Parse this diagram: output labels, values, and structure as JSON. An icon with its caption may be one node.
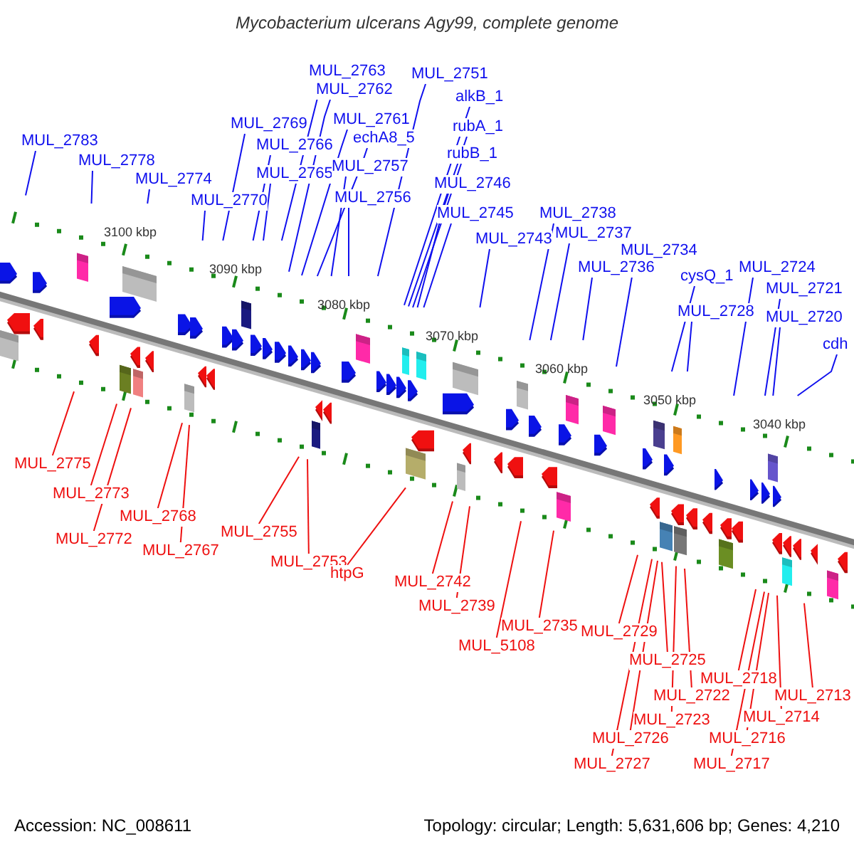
{
  "diagram": {
    "title": "Mycobacterium ulcerans Agy99, complete genome",
    "nodes": [
      {
        "text": [
          "MUL_2783"
        ]
      },
      {
        "text": [
          "MUL_2778"
        ]
      },
      {
        "text": [
          "MUL_2774"
        ]
      },
      {
        "text": [
          "MUL_2770"
        ]
      },
      {
        "text": [
          "MUL_2769"
        ]
      },
      {
        "text": [
          "MUL_2766"
        ]
      },
      {
        "text": [
          "MUL_2765"
        ]
      },
      {
        "text": [
          "MUL_2763"
        ]
      },
      {
        "text": [
          "MUL_2762"
        ]
      },
      {
        "text": [
          "MUL_2761"
        ]
      },
      {
        "text": [
          "echA8_5"
        ]
      },
      {
        "text": [
          "MUL_2757"
        ]
      },
      {
        "text": [
          "MUL_2756"
        ]
      },
      {
        "text": [
          "MUL_2751"
        ]
      },
      {
        "text": [
          "alkB_1"
        ]
      },
      {
        "text": [
          "rubA_1"
        ]
      },
      {
        "text": [
          "rubB_1"
        ]
      },
      {
        "text": [
          "MUL_2746"
        ]
      },
      {
        "text": [
          "MUL_2745"
        ]
      },
      {
        "text": [
          "MUL_2743"
        ]
      },
      {
        "text": [
          "MUL_2738"
        ]
      },
      {
        "text": [
          "MUL_2737"
        ]
      },
      {
        "text": [
          "MUL_2736"
        ]
      },
      {
        "text": [
          "MUL_2734"
        ]
      },
      {
        "text": [
          "cysQ_1"
        ]
      },
      {
        "text": [
          "MUL_2728"
        ]
      },
      {
        "text": [
          "MUL_2724"
        ]
      },
      {
        "text": [
          "MUL_2721"
        ]
      },
      {
        "text": [
          "MUL_2720"
        ]
      },
      {
        "text": [
          "cdh"
        ]
      },
      {
        "text": [
          "MUL_2775"
        ]
      },
      {
        "text": [
          "MUL_2773"
        ]
      },
      {
        "text": [
          "MUL_2772"
        ]
      },
      {
        "text": [
          "MUL_2768"
        ]
      },
      {
        "text": [
          "MUL_2767"
        ]
      },
      {
        "text": [
          "MUL_2755"
        ]
      },
      {
        "text": [
          "MUL_2753"
        ]
      },
      {
        "text": [
          "htpG"
        ]
      },
      {
        "text": [
          "MUL_2742"
        ]
      },
      {
        "text": [
          "MUL_2739"
        ]
      },
      {
        "text": [
          "MUL_5108"
        ]
      },
      {
        "text": [
          "MUL_2735"
        ]
      },
      {
        "text": [
          "MUL_2729"
        ]
      },
      {
        "text": [
          "MUL_2725"
        ]
      },
      {
        "text": [
          "MUL_2722"
        ]
      },
      {
        "text": [
          "MUL_2723"
        ]
      },
      {
        "text": [
          "MUL_2726"
        ]
      },
      {
        "text": [
          "MUL_2727"
        ]
      },
      {
        "text": [
          "MUL_2718"
        ]
      },
      {
        "text": [
          "MUL_2714"
        ]
      },
      {
        "text": [
          "MUL_2716"
        ]
      },
      {
        "text": [
          "MUL_2717"
        ]
      },
      {
        "text": [
          "MUL_2713"
        ]
      }
    ],
    "edges": [
      {
        "from": 0,
        "to": null,
        "arrow": "none"
      },
      {
        "from": 1,
        "to": null,
        "arrow": "none"
      },
      {
        "from": 2,
        "to": null,
        "arrow": "none"
      },
      {
        "from": 3,
        "to": null,
        "arrow": "none"
      },
      {
        "from": 4,
        "to": null,
        "arrow": "none"
      },
      {
        "from": 5,
        "to": null,
        "arrow": "none"
      },
      {
        "from": 6,
        "to": null,
        "arrow": "none"
      },
      {
        "from": 7,
        "to": null,
        "arrow": "none"
      },
      {
        "from": 8,
        "to": null,
        "arrow": "none"
      },
      {
        "from": 9,
        "to": null,
        "arrow": "none"
      },
      {
        "from": 10,
        "to": null,
        "arrow": "none"
      },
      {
        "from": 11,
        "to": null,
        "arrow": "none"
      },
      {
        "from": 12,
        "to": null,
        "arrow": "none"
      },
      {
        "from": 13,
        "to": null,
        "arrow": "none"
      },
      {
        "from": 14,
        "to": null,
        "arrow": "none"
      },
      {
        "from": 15,
        "to": null,
        "arrow": "none"
      },
      {
        "from": 16,
        "to": null,
        "arrow": "none"
      },
      {
        "from": 17,
        "to": null,
        "arrow": "none"
      },
      {
        "from": 18,
        "to": null,
        "arrow": "none"
      },
      {
        "from": 19,
        "to": null,
        "arrow": "none"
      },
      {
        "from": 20,
        "to": null,
        "arrow": "none"
      },
      {
        "from": 21,
        "to": null,
        "arrow": "none"
      },
      {
        "from": 22,
        "to": null,
        "arrow": "none"
      },
      {
        "from": 23,
        "to": null,
        "arrow": "none"
      },
      {
        "from": 24,
        "to": null,
        "arrow": "none"
      },
      {
        "from": 25,
        "to": null,
        "arrow": "none"
      },
      {
        "from": 26,
        "to": null,
        "arrow": "none"
      },
      {
        "from": 27,
        "to": null,
        "arrow": "none"
      },
      {
        "from": 28,
        "to": null,
        "arrow": "none"
      },
      {
        "from": 29,
        "to": null,
        "arrow": "none"
      },
      {
        "from": 30,
        "to": null,
        "arrow": "none",
        "color": "#ee1010"
      },
      {
        "from": 31,
        "to": null,
        "arrow": "none",
        "color": "#ee1010"
      },
      {
        "from": 32,
        "to": null,
        "arrow": "none",
        "color": "#ee1010"
      },
      {
        "from": 33,
        "to": null,
        "arrow": "none",
        "color": "#ee1010"
      },
      {
        "from": 34,
        "to": null,
        "arrow": "none",
        "color": "#ee1010"
      },
      {
        "from": 35,
        "to": null,
        "arrow": "none",
        "color": "#ee1010"
      },
      {
        "from": 36,
        "to": null,
        "arrow": "none",
        "color": "#ee1010"
      },
      {
        "from": 37,
        "to": null,
        "arrow": "none",
        "color": "#ee1010"
      },
      {
        "from": 38,
        "to": null,
        "arrow": "none",
        "color": "#ee1010"
      },
      {
        "from": 39,
        "to": null,
        "arrow": "none",
        "color": "#ee1010"
      },
      {
        "from": 40,
        "to": null,
        "arrow": "none",
        "color": "#ee1010"
      },
      {
        "from": 41,
        "to": null,
        "arrow": "none",
        "color": "#ee1010"
      },
      {
        "from": 42,
        "to": null,
        "arrow": "none",
        "color": "#ee1010"
      },
      {
        "from": 43,
        "to": null,
        "arrow": "none",
        "color": "#ee1010"
      },
      {
        "from": 44,
        "to": null,
        "arrow": "none",
        "color": "#ee1010"
      },
      {
        "from": 45,
        "to": null,
        "arrow": "none",
        "color": "#ee1010"
      },
      {
        "from": 46,
        "to": null,
        "arrow": "none",
        "color": "#ee1010"
      },
      {
        "from": 47,
        "to": null,
        "arrow": "none",
        "color": "#ee1010"
      },
      {
        "from": 48,
        "to": null,
        "arrow": "none",
        "color": "#ee1010"
      },
      {
        "from": 49,
        "to": null,
        "arrow": "none",
        "color": "#ee1010"
      },
      {
        "from": 50,
        "to": null,
        "arrow": "none",
        "color": "#ee1010"
      },
      {
        "from": 51,
        "to": null,
        "arrow": "none",
        "color": "#ee1010"
      },
      {
        "from": 52,
        "to": null,
        "arrow": "none",
        "color": "#ee1010"
      }
    ],
    "labels": [
      "3100 kbp",
      "3090 kbp",
      "3080 kbp",
      "3070 kbp",
      "3060 kbp",
      "3050 kbp",
      "3040 kbp",
      "Accession: NC_008611",
      "Topology: circular; Length: 5,631,606 bp; Genes: 4,210"
    ]
  }
}
